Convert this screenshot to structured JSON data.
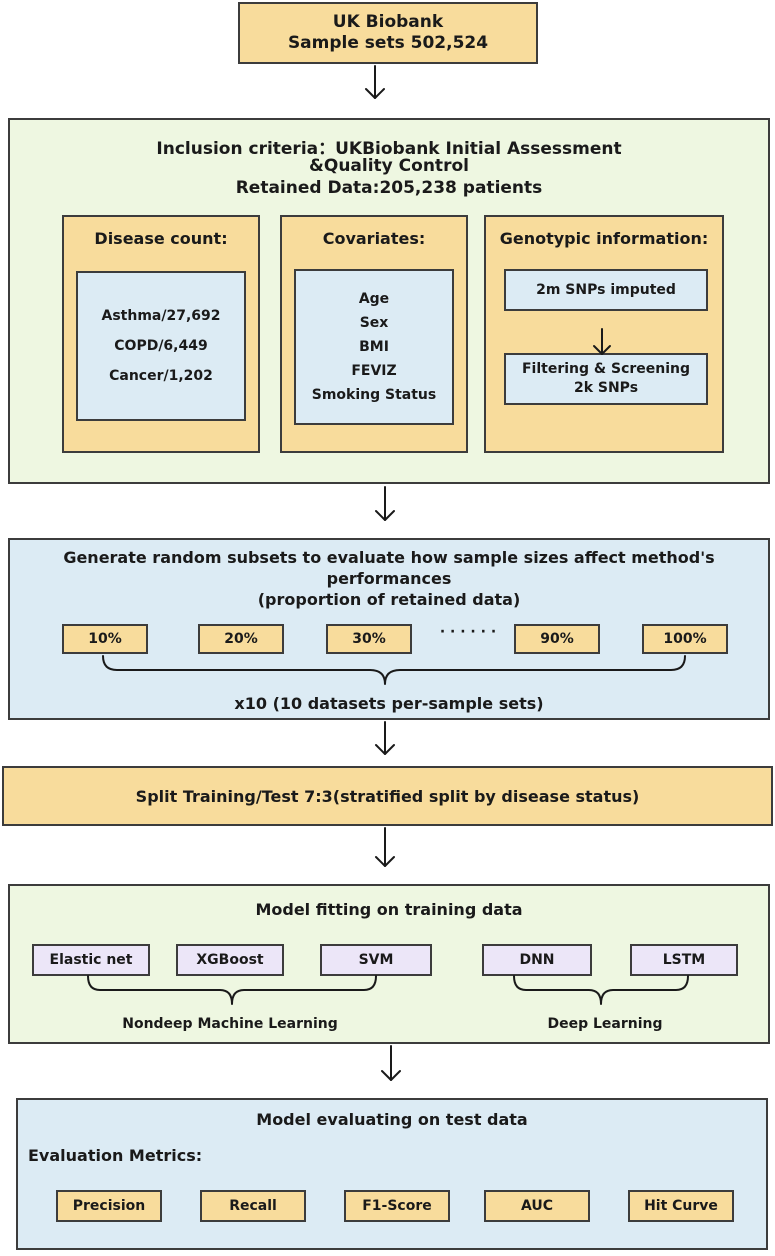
{
  "top": {
    "line1": "UK Biobank",
    "line2": "Sample sets 502,524"
  },
  "inclusion": {
    "title1": "Inclusion criteria：UKBiobank Initial Assessment",
    "title2": "&Quality Control",
    "title3": "Retained Data:205,238 patients",
    "disease": {
      "title": "Disease count:",
      "items": [
        "Asthma/27,692",
        "COPD/6,449",
        "Cancer/1,202"
      ]
    },
    "covariates": {
      "title": "Covariates:",
      "items": [
        "Age",
        "Sex",
        "BMI",
        "FEVIZ",
        "Smoking Status"
      ]
    },
    "genotypic": {
      "title": "Genotypic information:",
      "box1": "2m SNPs imputed",
      "box2_line1": "Filtering & Screening",
      "box2_line2": "2k SNPs"
    }
  },
  "subsets": {
    "title1": "Generate random subsets to evaluate how sample sizes affect method's",
    "title2": "performances",
    "title3": "(proportion of retained data)",
    "proportions": [
      "10%",
      "20%",
      "30%",
      "90%",
      "100%"
    ],
    "ellipsis": "· · · · · ·",
    "footer": "x10 (10 datasets per-sample sets)"
  },
  "split": {
    "label": "Split Training/Test 7:3(stratified split by disease status)"
  },
  "fitting": {
    "title": "Model fitting on training data",
    "models": [
      "Elastic net",
      "XGBoost",
      "SVM",
      "DNN",
      "LSTM"
    ],
    "group1": "Nondeep Machine Learning",
    "group2": "Deep Learning"
  },
  "evaluation": {
    "title": "Model evaluating on test data",
    "metrics_label": "Evaluation Metrics:",
    "metrics": [
      "Precision",
      "Recall",
      "F1-Score",
      "AUC",
      "Hit Curve"
    ]
  },
  "colors": {
    "orange": "#f8dc9c",
    "green": "#eef7e1",
    "blue": "#dcebf4",
    "lavender": "#ece6f8",
    "border": "#3c3c3c"
  }
}
